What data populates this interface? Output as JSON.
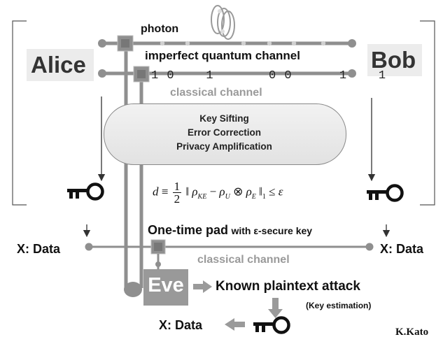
{
  "parties": {
    "alice": "Alice",
    "bob": "Bob",
    "eve": "Eve"
  },
  "labels": {
    "photon": "photon",
    "quantum_channel": "imperfect quantum channel",
    "bits": "1 0    1       0 0      1    1",
    "classical_channel_1": "classical channel",
    "classical_channel_2": "classical channel",
    "otp_main": "One-time pad",
    "otp_rest": "with ε-secure key",
    "data_left": "X: Data",
    "data_right": "X: Data",
    "data_bottom": "X: Data",
    "attack": "Known plaintext attack",
    "key_estimation": "(Key  estimation)",
    "author": "K.Kato"
  },
  "process_steps": [
    "Key Sifting",
    "Error Correction",
    "Privacy Amplification"
  ],
  "formula": "d ≡ ½ ‖ ρKE − ρU ⊗ ρE ‖₁ ≤ ε",
  "colors": {
    "line_grey": "#8f8f8f",
    "arrow_grey": "#9a9a9a",
    "text_dark": "#333333",
    "eve_box": "#999999",
    "alice_bob_bg": "#ececec"
  },
  "icons": [
    "key-icon",
    "down-arrow-icon",
    "right-arrow-icon",
    "left-arrow-icon"
  ]
}
